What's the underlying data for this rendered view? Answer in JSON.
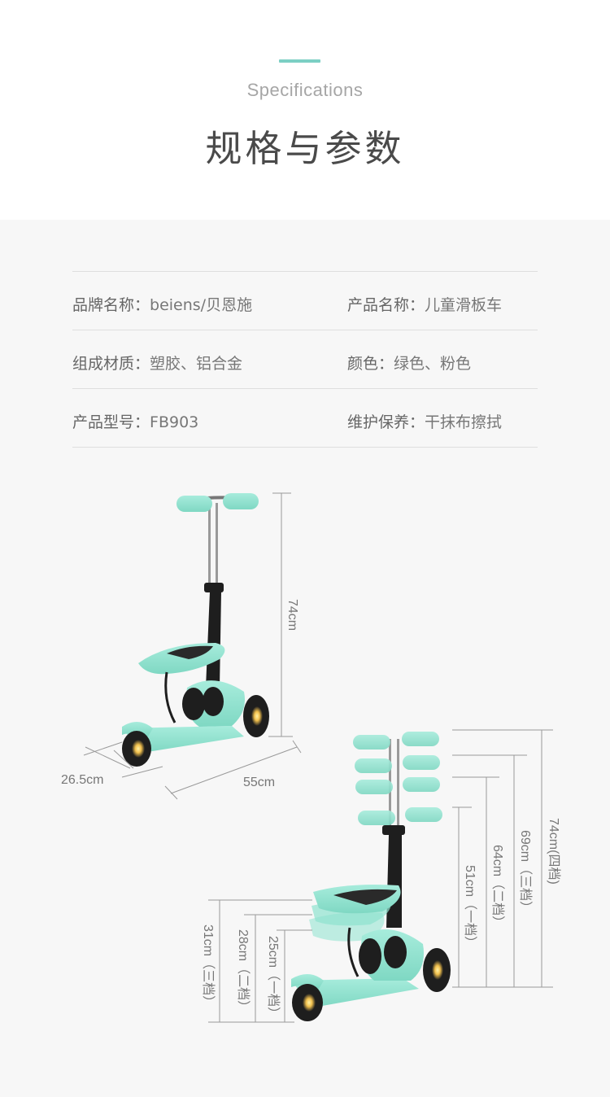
{
  "header": {
    "subtitle": "Specifications",
    "title": "规格与参数"
  },
  "specs": [
    [
      {
        "label": "品牌名称：",
        "value": "beiens/贝恩施"
      },
      {
        "label": "产品名称：",
        "value": "儿童滑板车"
      }
    ],
    [
      {
        "label": "组成材质：",
        "value": "塑胶、铝合金"
      },
      {
        "label": "颜色：",
        "value": "绿色、粉色"
      }
    ],
    [
      {
        "label": "产品型号：",
        "value": "FB903"
      },
      {
        "label": "维护保养：",
        "value": "干抹布擦拭"
      }
    ]
  ],
  "dimensions": {
    "height": "74cm",
    "width": "26.5cm",
    "length": "55cm",
    "handle_levels": [
      "74cm(四档)",
      "69cm（三档）",
      "64cm（二档）",
      "51cm（一档）"
    ],
    "seat_levels": [
      "31cm（三档）",
      "28cm（二档）",
      "25cm（一档）"
    ]
  },
  "colors": {
    "accent": "#7ccfc4",
    "scooter_mint": "#8ee3cf",
    "scooter_dark": "#1e1e1e",
    "text_dark": "#4a4a4a",
    "text_light": "#a6a6a6",
    "panel_bg": "#f7f7f7"
  }
}
